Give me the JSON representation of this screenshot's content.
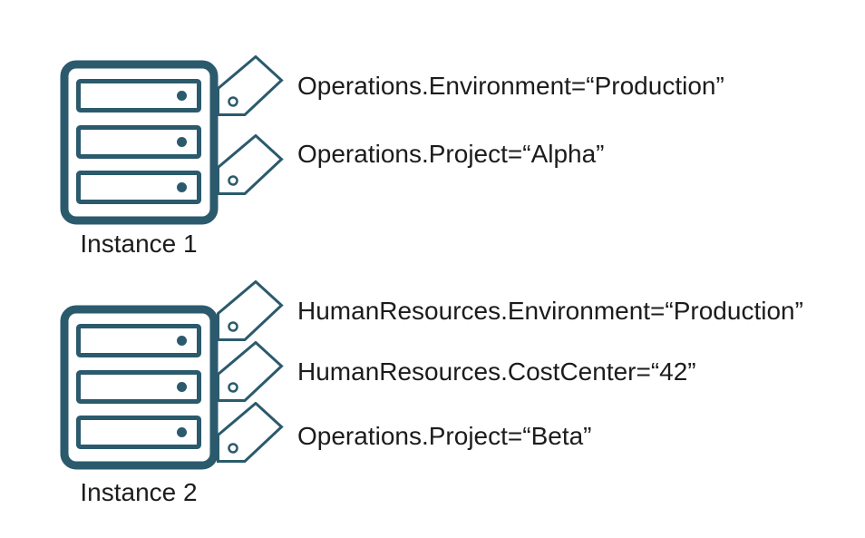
{
  "diagram": {
    "background_color": "#ffffff",
    "outline_color": "#2b5a6d",
    "text_color": "#1c1c1c"
  },
  "icons": {
    "server": "server-icon",
    "tag": "tag-icon"
  },
  "instances": [
    {
      "label": "Instance 1",
      "tags": [
        "Operations.Environment=“Production”",
        "Operations.Project=“Alpha”"
      ]
    },
    {
      "label": "Instance 2",
      "tags": [
        "HumanResources.Environment=“Production”",
        "HumanResources.CostCenter=“42”",
        "Operations.Project=“Beta”"
      ]
    }
  ]
}
